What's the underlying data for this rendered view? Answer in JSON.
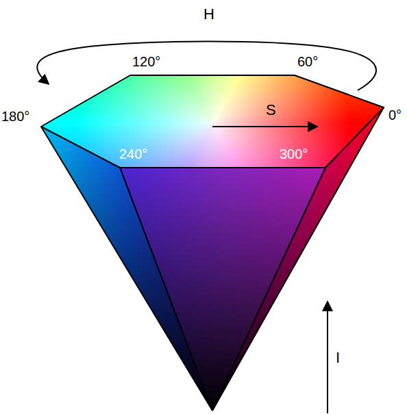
{
  "diagram": {
    "labels": [
      "H",
      "120°",
      "60°",
      "180°",
      "0°",
      "S",
      "240°",
      "300°",
      "I"
    ]
  }
}
